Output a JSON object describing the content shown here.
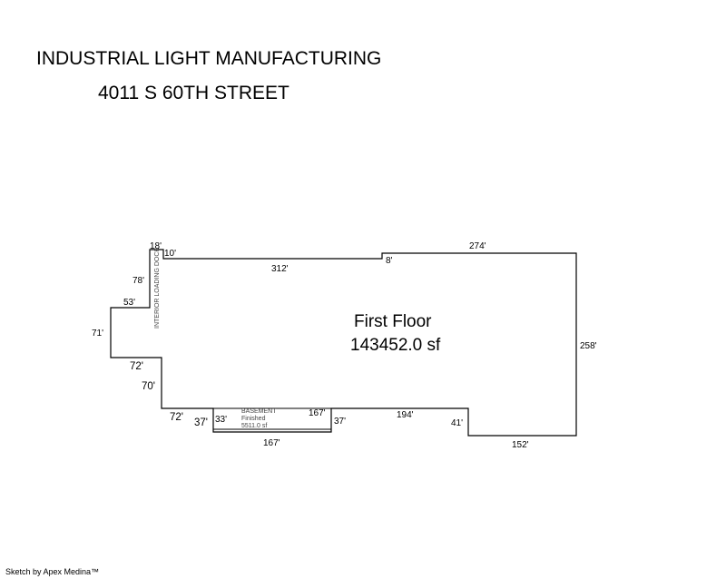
{
  "header": {
    "title": "INDUSTRIAL LIGHT MANUFACTURING",
    "address": "4011 S 60TH STREET"
  },
  "main_area": {
    "label": "First Floor",
    "area": "143452.0 sf"
  },
  "basement": {
    "label": "BASEMENT",
    "finish": "Finished",
    "area": "5511.0 sf",
    "left_dim": "33'",
    "top_dim": "167'",
    "right_dim": "37'"
  },
  "vertical_note": "INTERIOR LOADING DOCK",
  "dimensions": {
    "top_notch_18": "18'",
    "notch_10": "10'",
    "top_312": "312'",
    "step_8": "8'",
    "top_274": "274'",
    "right_258": "258'",
    "bottom_152": "152'",
    "step_41": "41'",
    "bottom_194": "194'",
    "bottom_167": "167'",
    "left_37": "37'",
    "left_72_bottom": "72'",
    "left_70": "70'",
    "left_72_mid": "72'",
    "left_71": "71'",
    "left_53": "53'",
    "left_78": "78'"
  },
  "credit": "Sketch by Apex Medina™"
}
